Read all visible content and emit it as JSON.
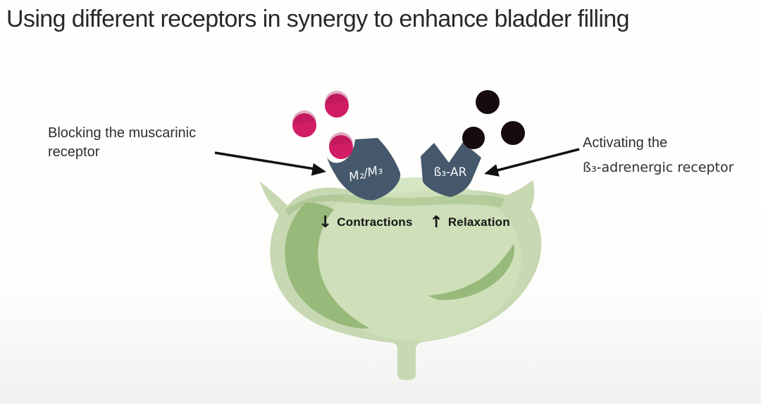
{
  "slide": {
    "title": "Using different receptors in synergy to enhance bladder filling"
  },
  "annotations": {
    "left": "Blocking the muscarinic receptor",
    "right_line1": "Activating the",
    "right_line2": "ß₃-adrenergic receptor"
  },
  "receptors": {
    "muscarinic_label": "M₂/M₃",
    "beta3_label": "ß₃-AR"
  },
  "bladder_caption": {
    "contractions": "Contractions",
    "relaxation": "Relaxation"
  },
  "icons": {
    "down_arrow": "↓",
    "up_arrow": "↑"
  },
  "ligands": {
    "antagonist_dot_count": 3,
    "agonist_dot_count": 3
  },
  "colors": {
    "antagonist_dot": "#d01d66",
    "antagonist_dot_dark": "#a91453",
    "agonist_dot": "#170b11",
    "receptor_body": "#46586b",
    "bladder_body": "#c7d8b2",
    "bladder_rim_light": "#d6e4c5",
    "bladder_shade": "#97b97a",
    "bladder_inner_light": "#cfe0ba",
    "arrow": "#111111",
    "title_text": "#26282a"
  }
}
